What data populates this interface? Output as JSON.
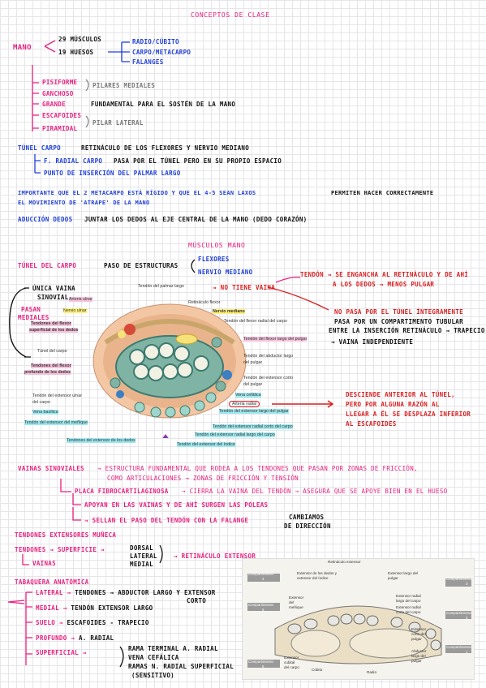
{
  "title_concepts": "CONCEPTOS DE CLASE",
  "mano": {
    "label": "MANO",
    "muscles": "29 MÚSCULOS",
    "bones": "19 HUESOS",
    "bone_groups": [
      "RADIO/CÚBITO",
      "CARPO/METACARPO",
      "FALANGES"
    ]
  },
  "carpals": [
    {
      "name": "PISIFORME"
    },
    {
      "name": "GANCHOSO"
    },
    {
      "name": "GRANDE",
      "note": "FUNDAMENTAL PARA EL SOSTÉN DE LA MANO"
    },
    {
      "name": "ESCAFOIDES"
    },
    {
      "name": "PIRAMIDAL"
    }
  ],
  "pilares_mediales": "PILARES MEDIALES",
  "pilar_lateral": "PILAR LATERAL",
  "tunel_carpo": {
    "label": "TÚNEL CARPO",
    "desc": "RETINÁCULO DE LOS FLEXORES Y NERVIO MEDIANO",
    "sub1_label": "F. RADIAL CARPO",
    "sub1_desc": "PASA POR EL TÚNEL PERO EN SU PROPIO ESPACIO",
    "sub2_desc": "PUNTO DE INSERCIÓN DEL PALMAR LARGO"
  },
  "importante_line1": "IMPORTANTE QUE EL 2 METACARPO ESTÁ RÍGIDO Y QUE EL 4-5 SEAN LAXOS",
  "importante_line1b": "PERMITEN HACER CORRECTAMENTE",
  "importante_line2": "EL MOVIMIENTO DE 'ATRAPE' DE LA MANO",
  "aduccion_label": "ADUCCIÓN DEDOS",
  "aduccion_desc": "JUNTAR LOS DEDOS AL EJE CENTRAL DE LA MANO (DEDO CORAZÓN)",
  "title_musculos": "MÚSCULOS MANO",
  "tunel2": {
    "label": "TÚNEL DEL CARPO",
    "desc": "PASO DE ESTRUCTURAS",
    "items": [
      "FLEXORES",
      "NERVIO MEDIANO"
    ]
  },
  "tendon_note_1": "TENDÓN",
  "tendon_note_2": "SE ENGANCHA AL RETINÁCULO Y DE AHÍ",
  "tendon_note_3": "A LOS DEDOS",
  "tendon_note_4": "MENOS PULGAR",
  "no_vaina": "NO TIENE VAINA",
  "unica_vaina": [
    "ÚNICA VAINA",
    "SINOVIAL"
  ],
  "pasan_mediales": [
    "PASAN",
    "MEDIALES"
  ],
  "flexor_radial_note_1": "NO PASA POR EL TÚNEL ÍNTEGRAMENTE",
  "flexor_radial_note_2": "PASA POR UN COMPARTIMENTO TUBULAR",
  "flexor_radial_note_3": "ENTRE LA INSERCIÓN RETINÁCULO",
  "flexor_radial_note_4": "TRAPECIO",
  "vaina_indep": "VAINA INDEPENDIENTE",
  "arteria_note": [
    "DESCIENDE ANTERIOR AL TÚNEL,",
    "PERO POR ALGUNA RAZÓN AL",
    "LLEGAR A ÉL SE DESPLAZA INFERIOR",
    "AL ESCAFOIDES"
  ],
  "diagram1_labels": {
    "palmar_largo": "Tendón del palmar largo",
    "arteria_ulnar": "Arteria ulnar",
    "nervio_ulnar": "Nervio ulnar",
    "retinaculo_flexor": "Retináculo flexor",
    "nervio_mediano": "Nervio mediano",
    "flexor_radial": "Tendón del flexor radial del carpo",
    "flexor_superficial": [
      "Tendones del flexor",
      "superficial de los dedos"
    ],
    "flexor_largo_pulgar": "Tendón del flexor largo del pulgar",
    "tunel_carpo": "Túnel del carpo",
    "flexor_profundo": [
      "Tendones del flexor",
      "profundo de los dedos"
    ],
    "abductor_largo": [
      "Tendón del abductor largo",
      "del pulgar"
    ],
    "extensor_corto": [
      "Tendón del extensor corto",
      "del pulgar"
    ],
    "vena_cefalica": "Vena cefálica",
    "arteria_radial": "Arteria radial",
    "extensor_ulnar": [
      "Tendón del extensor ulnar",
      "del carpo"
    ],
    "vena_basilica": "Vena basílica",
    "extensor_largo_pulgar": "Tendón del extensor largo del pulgar",
    "extensor_menique": "Tendón del extensor del meñique",
    "extensor_radial_corto": "Tendón del extensor radial corto del carpo",
    "extensor_radial_largo": "Tendón del extensor radial largo del carpo",
    "extensor_dedos": "Tendones del extensor de los dedos",
    "extensor_indice": "Tendón del extensor del índice"
  },
  "vainas": {
    "label": "VAINAS SINOVIALES",
    "line1": "ESTRUCTURA FUNDAMENTAL QUE RODEA A LOS TENDONES QUE PASAN POR ZONAS DE FRICCIÓN,",
    "line2": "COMO ARTICULACIONES",
    "line2b": "ZONAS DE FRICCIÓN Y TENSIÓN",
    "placa_label": "PLACA FIBROCARTILAGINOSA",
    "placa_desc": "CIERRA LA VAINA DEL TENDÓN",
    "placa_desc2": "ASEGURA QUE SE APOYE BIEN EN EL HUESO",
    "apoyan": "APOYAN EN LAS VAINAS Y DE AHÍ SURGEN LAS POLEAS",
    "sellan": "SELLAN EL PASO DEL TENDÓN CON LA FALANGE",
    "cambiamos": [
      "CAMBIAMOS",
      "DE DIRECCIÓN"
    ]
  },
  "extensores": {
    "title": "TENDONES EXTENSORES MUÑECA",
    "tendones": "TENDONES",
    "superficie": "SUPERFICIE",
    "vainas": "VAINAS",
    "sides": [
      "DORSAL",
      "LATERAL",
      "MEDIAL"
    ],
    "retinaculo": "RETINÁCULO EXTENSOR"
  },
  "tabaquera": {
    "title": "TABAQUERA ANATÓMICA",
    "lateral_label": "LATERAL",
    "lateral_mid": "TENDONES",
    "lateral_desc": "ABDUCTOR LARGO Y EXTENSOR",
    "lateral_desc2": "CORTO",
    "medial_label": "MEDIAL",
    "medial_desc": "TENDÓN EXTENSOR LARGO",
    "suelo_label": "SUELO",
    "suelo_desc": "ESCAFOIDES - TRAPECIO",
    "profundo_label": "PROFUNDO",
    "profundo_desc": "A. RADIAL",
    "superficial_label": "SUPERFICIAL",
    "superficial_items": [
      "RAMA TERMINAL A. RADIAL",
      "VENA CEFÁLICA",
      "RAMAS N. RADIAL SUPERFICIAL",
      "(SENSITIVO)"
    ]
  },
  "diagram2_labels": {
    "retinaculo": "Retináculo extensor",
    "extensor_dedos": [
      "Extensor de los dedos y",
      "extensor del índice"
    ],
    "extensor_largo_pulgar": [
      "Extensor largo del",
      "pulgar"
    ],
    "comp4": [
      "Compartimiento",
      "4"
    ],
    "comp3": [
      "Compartimiento",
      "3"
    ],
    "extensor_radial_largo": [
      "Extensor radial",
      "largo del carpo"
    ],
    "extensor_radial_corto": [
      "Extensor radial",
      "corto del carpo"
    ],
    "comp5": [
      "Compartimiento",
      "5"
    ],
    "comp2": [
      "Compartimiento",
      "2"
    ],
    "extensor_menique": [
      "Extensor",
      "del",
      "meñique"
    ],
    "extensor_corto_pulgar": [
      "Extensor",
      "corto del",
      "pulgar"
    ],
    "abductor_largo": [
      "Abductor",
      "largo del",
      "pulgar"
    ],
    "comp1": [
      "Compartimiento",
      "1"
    ],
    "comp6": [
      "Compartimiento",
      "6"
    ],
    "extensor_cubital": [
      "Extensor",
      "cubital",
      "del carpo"
    ],
    "cubito": "Cúbito",
    "radio": "Radio"
  }
}
